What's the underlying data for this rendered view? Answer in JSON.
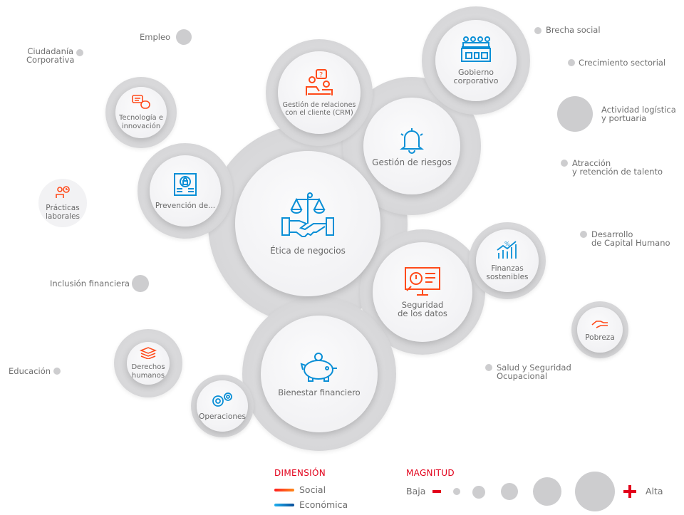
{
  "colors": {
    "social": "#ff4a1a",
    "economica": "#0a8fd6",
    "accent": "#e2001a",
    "bubble": "#cdcdcf"
  },
  "bubbles": {
    "etica": "Ética de negocios",
    "riesgos": "Gestión de riesgos",
    "gobierno": "Gobierno\ncorporativo",
    "crm": "Gestión de relaciones\ncon el cliente (CRM)",
    "tecnologia": "Tecnología e\ninnovación",
    "prevencion": "Prevención de...",
    "practicas": "Prácticas\nlaborales",
    "seguridad": "Seguridad\nde los datos",
    "finanzas": "Finanzas\nsostenibles",
    "pobreza": "Pobreza",
    "bienestar": "Bienestar financiero",
    "derechos": "Derechos\nhumanos",
    "operaciones": "Operaciones"
  },
  "topics": {
    "empleo": "Empleo",
    "ciudadania": "Ciudadanía\nCorporativa",
    "inclusion": "Inclusión financiera",
    "educacion": "Educación",
    "brecha": "Brecha social",
    "crecimiento": "Crecimiento sectorial",
    "actividad": "Actividad logística\ny portuaria",
    "atraccion": "Atracción\ny retención de talento",
    "desarrollo": "Desarrollo\nde Capital Humano",
    "salud": "Salud y Seguridad\nOcupacional"
  },
  "legend": {
    "dimension_title": "DIMENSIÓN",
    "social": "Social",
    "economica": "Económica",
    "magnitud_title": "MAGNITUD",
    "baja": "Baja",
    "alta": "Alta"
  }
}
